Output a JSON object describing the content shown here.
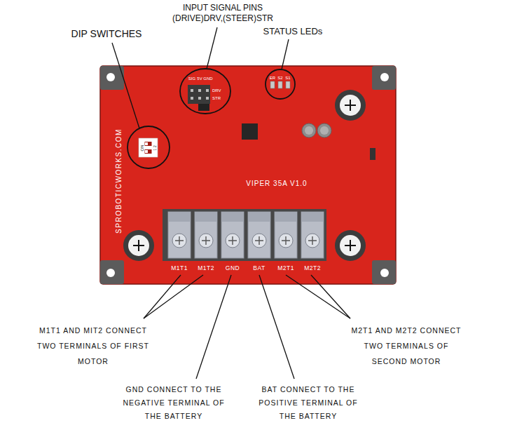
{
  "diagram": {
    "nodes": [
      {
        "text": [
          "SPROBOTICWORKS.COM",
          "VIPER 35A V1.0"
        ]
      },
      {
        "text": [
          "ON",
          "1 2"
        ],
        "in": 0
      }
    ],
    "labels": [
      "DIP SWITCHES",
      "INPUT SIGNAL PINS (DRIVE)DRV,(STEER)STR",
      "STATUS LEDs",
      "SIG",
      "5V",
      "GND",
      "DRV",
      "STR",
      "ER",
      "S2",
      "S1",
      "M1T1",
      "M1T2",
      "GND",
      "BAT",
      "M2T1",
      "M2T2",
      "M1T1 AND MIT2 CONNECT TWO TERMINALS OF FIRST MOTOR",
      "GND CONNECT TO THE NEGATIVE TERMINAL OF THE BATTERY",
      "BAT CONNECT TO THE POSITIVE TERMINAL OF THE BATTERY",
      "M2T1 AND M2T2 CONNECT TWO TERMINALS OF SECOND MOTOR"
    ]
  }
}
